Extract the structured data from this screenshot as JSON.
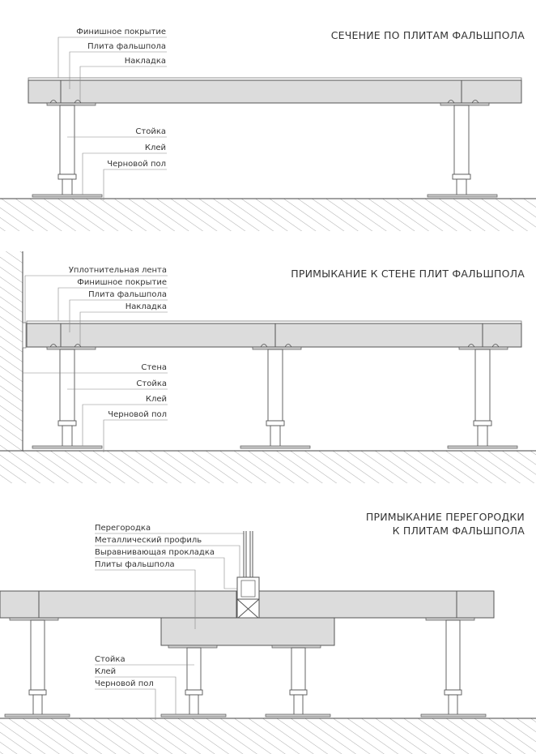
{
  "sections": [
    {
      "title_lines": [
        "СЕЧЕНИЕ ПО ПЛИТАМ ФАЛЬШПОЛА"
      ],
      "labels": [
        "Финишное покрытие",
        "Плита фальшпола",
        "Накладка",
        "Стойка",
        "Клей",
        "Черновой пол"
      ]
    },
    {
      "title_lines": [
        "ПРИМЫКАНИЕ К СТЕНЕ ПЛИТ ФАЛЬШПОЛА"
      ],
      "labels": [
        "Уплотнительная лента",
        "Финишное покрытие",
        "Плита фальшпола",
        "Накладка",
        "Стена",
        "Стойка",
        "Клей",
        "Черновой пол"
      ]
    },
    {
      "title_lines": [
        "ПРИМЫКАНИЕ ПЕРЕГОРОДКИ",
        "К ПЛИТАМ ФАЛЬШПОЛА"
      ],
      "labels": [
        "Перегородка",
        "Металлический профиль",
        "Выравнивающая прокладка",
        "Плиты фальшпола",
        "Стойка",
        "Клей",
        "Черновой пол"
      ]
    }
  ],
  "colors": {
    "slab": "#dcdcdc",
    "line": "#555555",
    "text": "#333333"
  }
}
